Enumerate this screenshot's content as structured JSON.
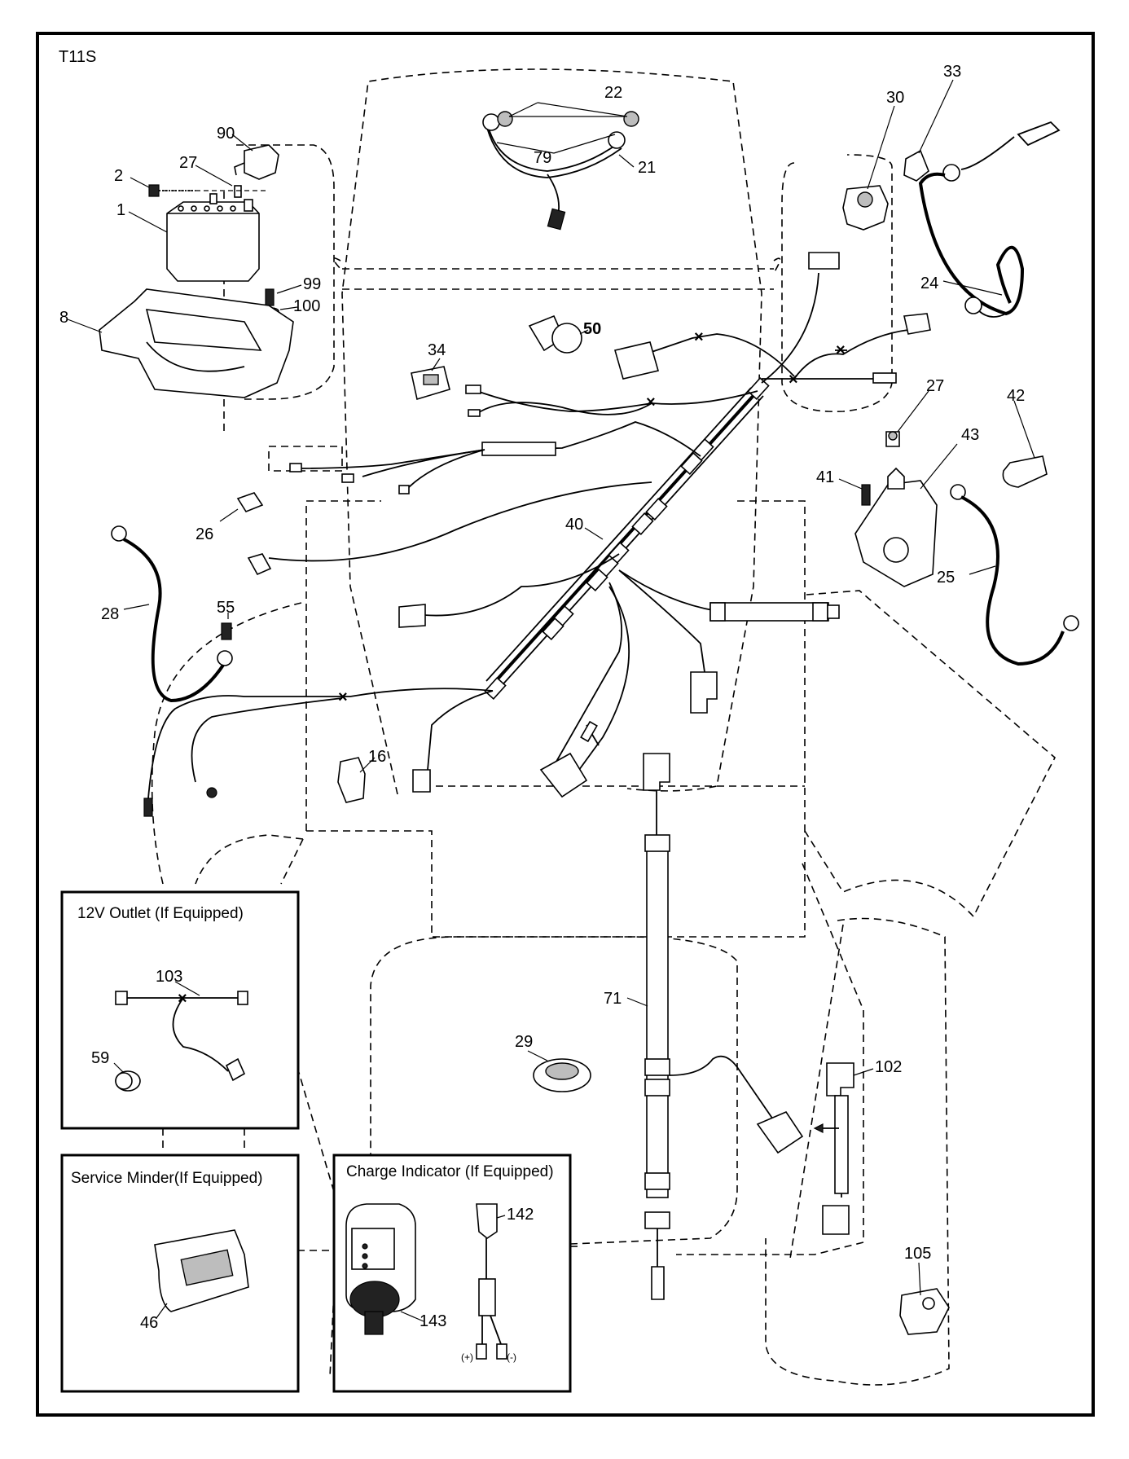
{
  "diagram_code": "T11S",
  "callouts": {
    "c1": "1",
    "c2": "2",
    "c8": "8",
    "c16": "16",
    "c21": "21",
    "c22": "22",
    "c24": "24",
    "c25": "25",
    "c26": "26",
    "c27a": "27",
    "c27b": "27",
    "c28": "28",
    "c29": "29",
    "c30": "30",
    "c33": "33",
    "c34": "34",
    "c40": "40",
    "c41": "41",
    "c42": "42",
    "c43": "43",
    "c46": "46",
    "c50": "50",
    "c55": "55",
    "c59": "59",
    "c71": "71",
    "c79": "79",
    "c90": "90",
    "c99": "99",
    "c100": "100",
    "c102": "102",
    "c103": "103",
    "c105": "105",
    "c142": "142",
    "c143": "143"
  },
  "boxes": {
    "outlet_title": "12V Outlet (If Equipped)",
    "service_title": "Service Minder(If Equipped)",
    "charge_title": "Charge Indicator (If Equipped)",
    "plus_label": "(+)",
    "minus_label": "(-)"
  }
}
